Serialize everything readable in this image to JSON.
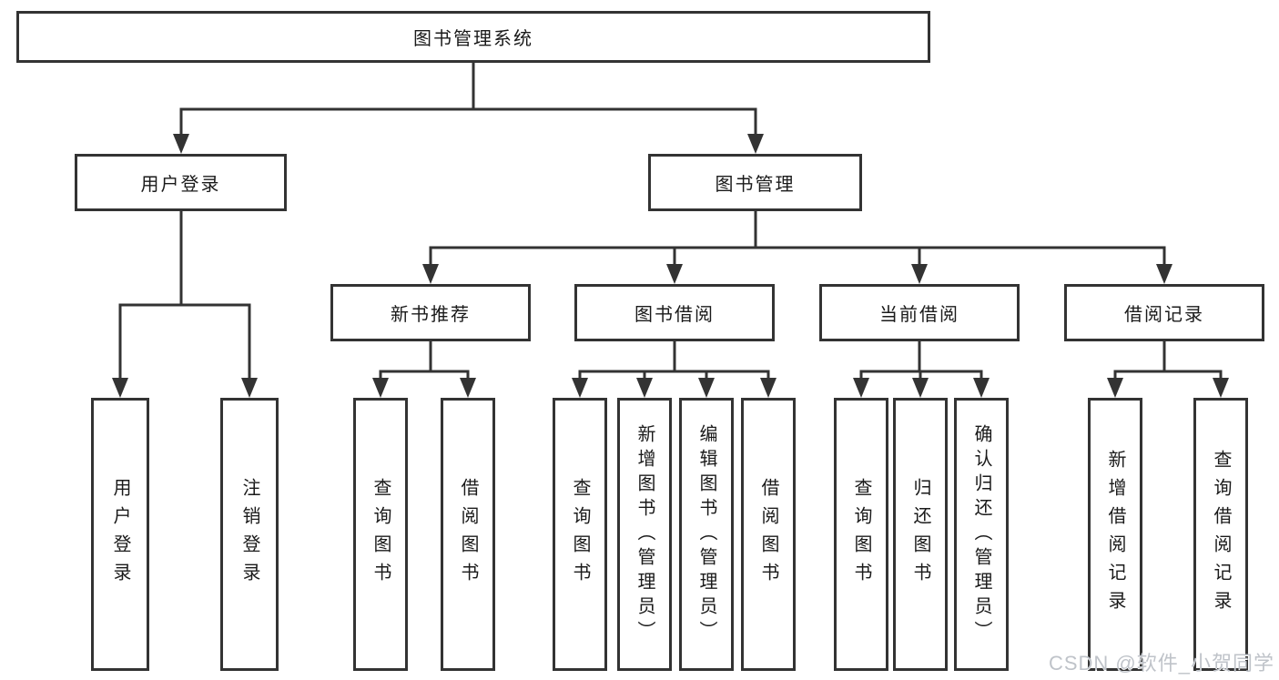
{
  "colors": {
    "line": "#333333",
    "text": "#1a1a1a",
    "watermark": "#bfc3c9",
    "background": "#ffffff"
  },
  "watermark": {
    "text": "CSDN @软件_小贺同学"
  },
  "tree": {
    "root": {
      "label": "图书管理系统"
    },
    "level2": [
      {
        "label": "用户登录",
        "children": [
          {
            "label": "用户登录"
          },
          {
            "label": "注销登录"
          }
        ]
      },
      {
        "label": "图书管理",
        "children": [
          {
            "label": "新书推荐",
            "children": [
              {
                "label": "查询图书"
              },
              {
                "label": "借阅图书"
              }
            ]
          },
          {
            "label": "图书借阅",
            "children": [
              {
                "label": "查询图书"
              },
              {
                "label": "新增图书（管理员）"
              },
              {
                "label": "编辑图书（管理员）"
              },
              {
                "label": "借阅图书"
              }
            ]
          },
          {
            "label": "当前借阅",
            "children": [
              {
                "label": "查询图书"
              },
              {
                "label": "归还图书"
              },
              {
                "label": "确认归还（管理员）"
              }
            ]
          },
          {
            "label": "借阅记录",
            "children": [
              {
                "label": "新增借阅记录"
              },
              {
                "label": "查询借阅记录"
              }
            ]
          }
        ]
      }
    ]
  }
}
